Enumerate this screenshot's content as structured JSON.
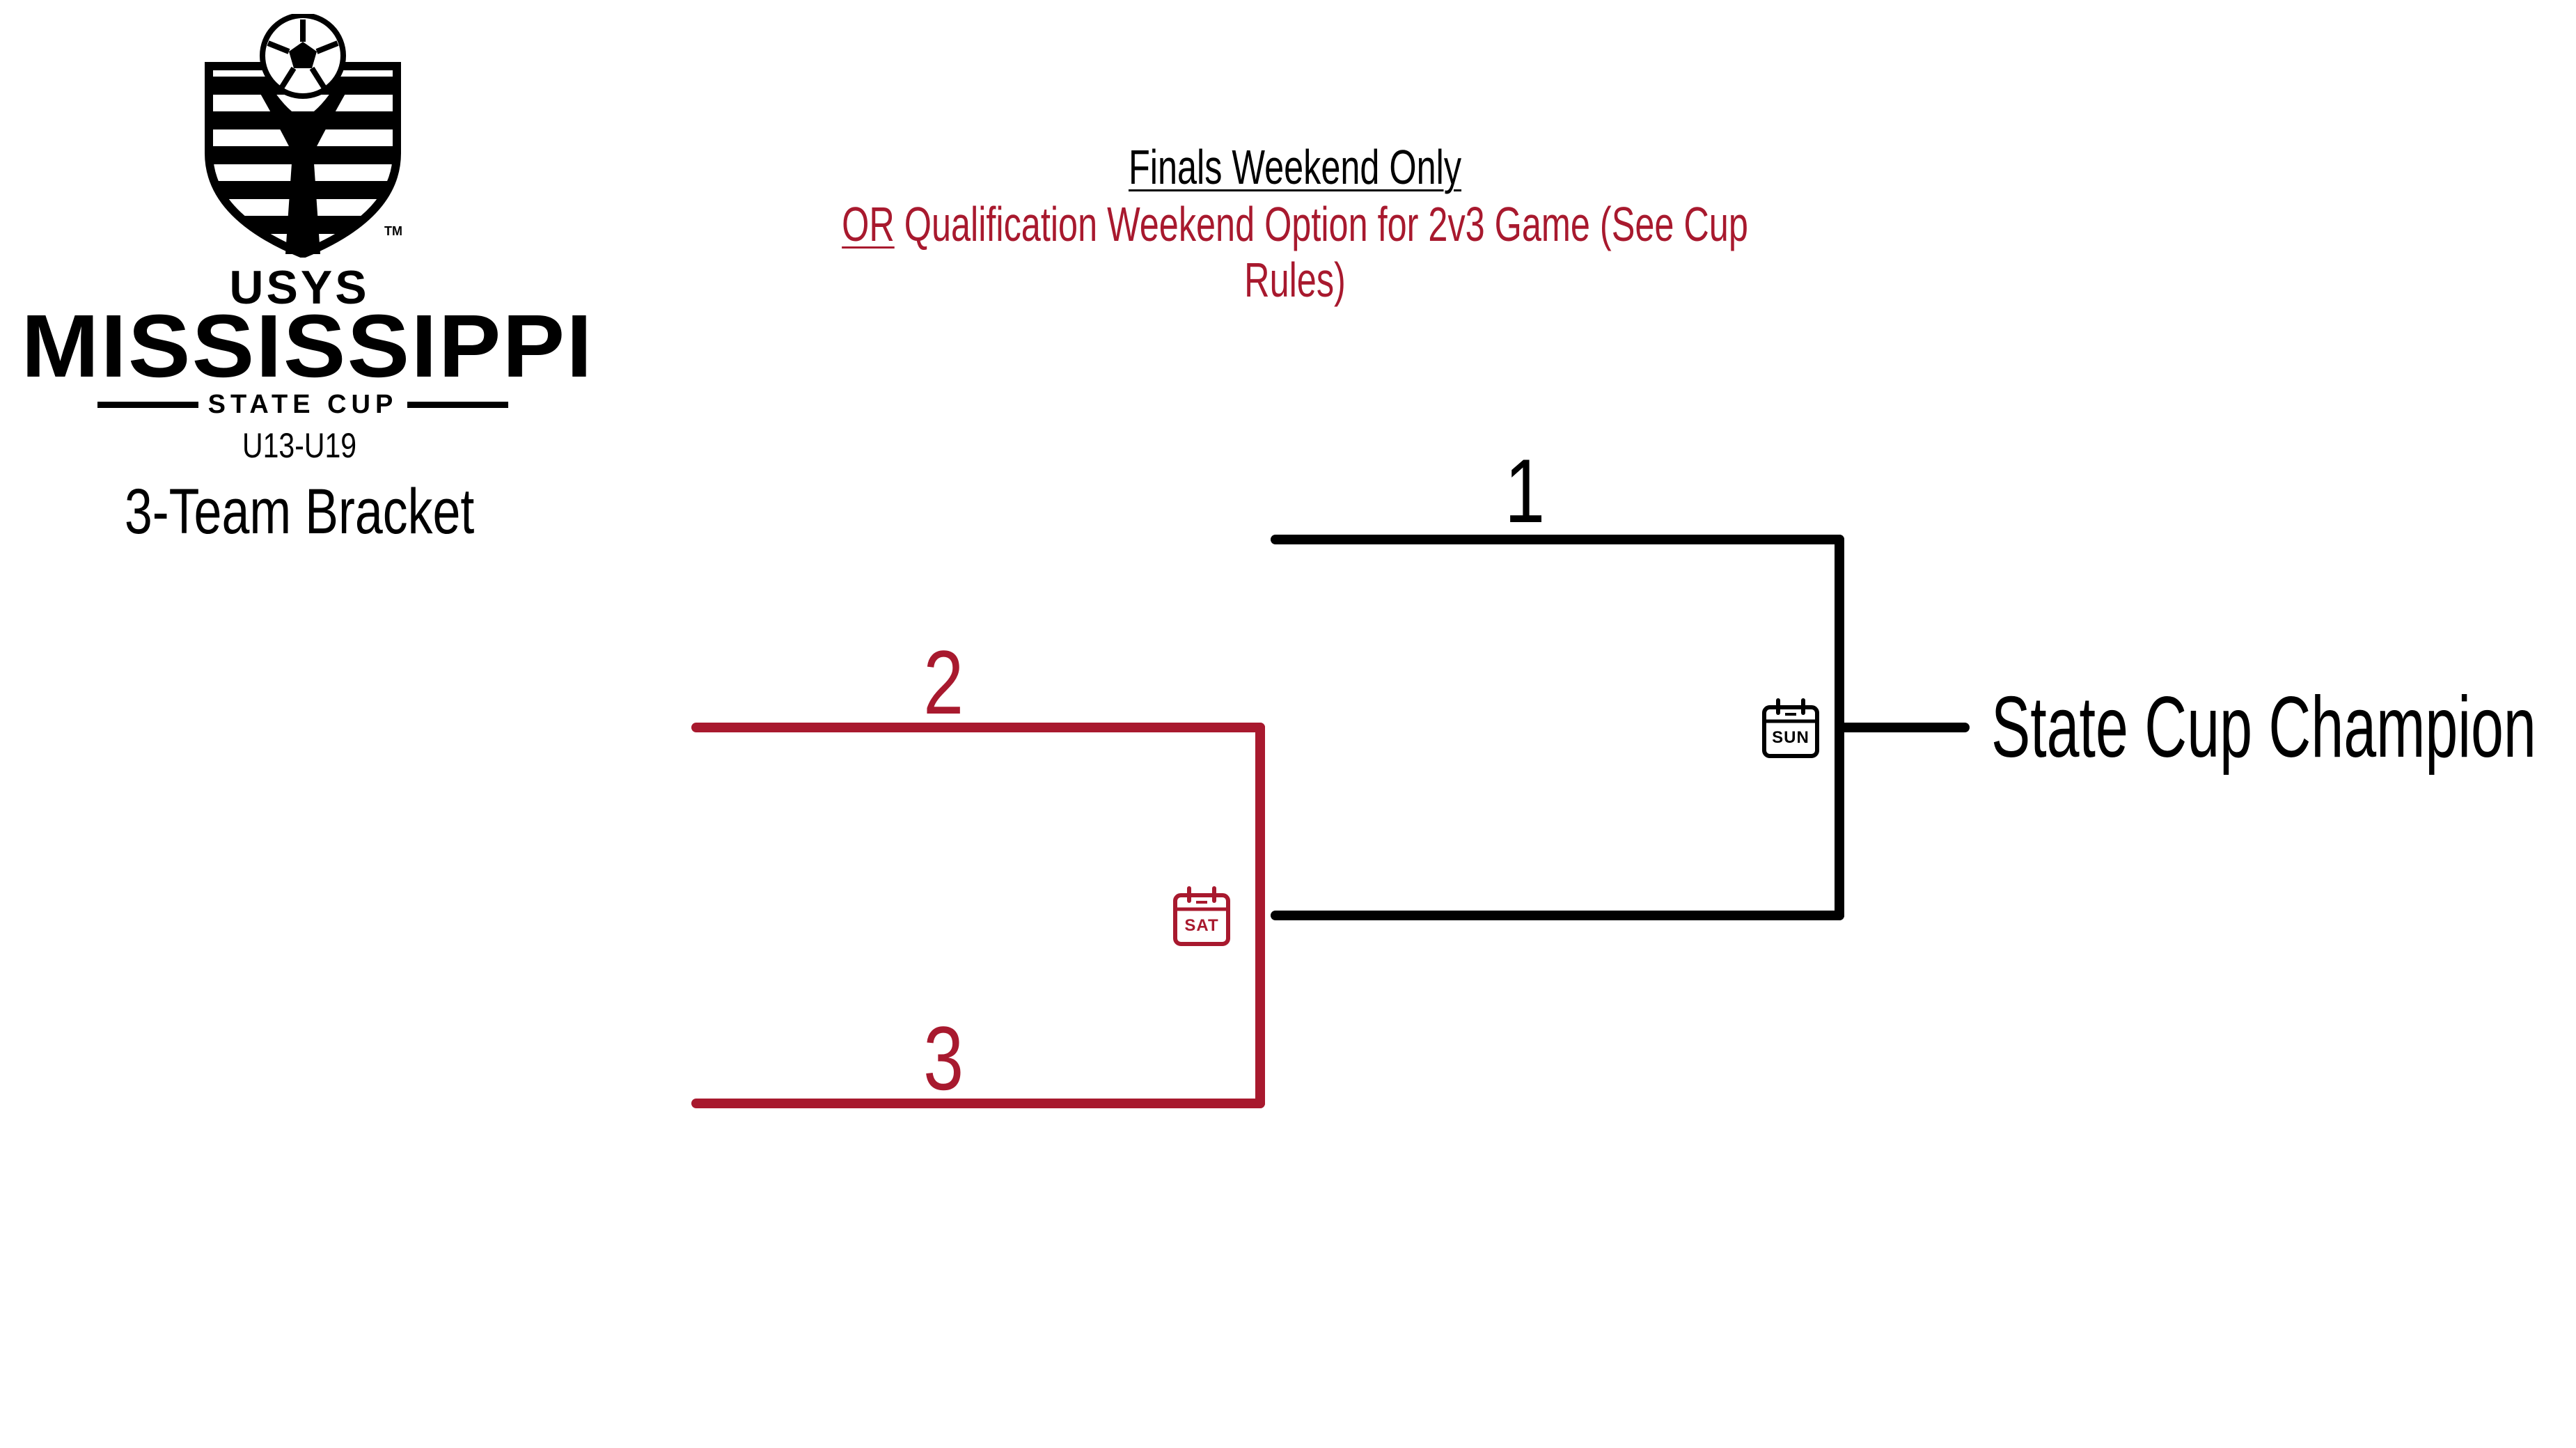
{
  "logo": {
    "org": "USYS",
    "state": "MISSISSIPPI",
    "event": "STATE CUP",
    "age_group": "U13-U19"
  },
  "bracket_title": "3-Team Bracket",
  "header": {
    "line1": "Finals Weekend Only",
    "line2_prefix": "OR",
    "line2_rest": " Qualification Weekend Option for 2v3 Game (See Cup Rules)"
  },
  "seeds": {
    "seed1": "1",
    "seed2": "2",
    "seed3": "3"
  },
  "games": {
    "semifinal_day": "SAT",
    "final_day": "SUN"
  },
  "champion_label": "State Cup Champion",
  "colors": {
    "qualification_red": "#a8192e",
    "finals_black": "#000000"
  }
}
